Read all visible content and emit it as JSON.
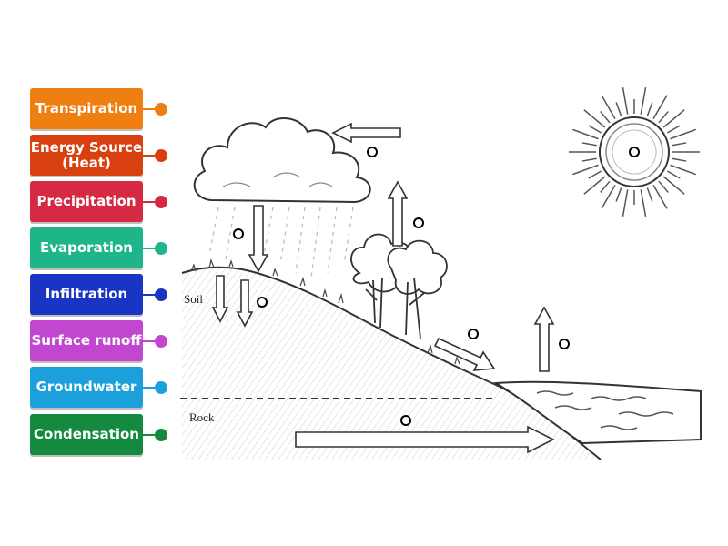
{
  "labels": [
    {
      "text": "Transpiration",
      "color": "#f07f12"
    },
    {
      "text": "Energy Source (Heat)",
      "color": "#d9400f"
    },
    {
      "text": "Precipitation",
      "color": "#d62a44"
    },
    {
      "text": "Evaporation",
      "color": "#1fb58a"
    },
    {
      "text": "Infiltration",
      "color": "#1a35c4"
    },
    {
      "text": "Surface runoff",
      "color": "#c147d0"
    },
    {
      "text": "Groundwater",
      "color": "#1ba0dc"
    },
    {
      "text": "Condensation",
      "color": "#138a3e"
    }
  ],
  "diagram": {
    "soil_label": "Soil",
    "rock_label": "Rock"
  }
}
